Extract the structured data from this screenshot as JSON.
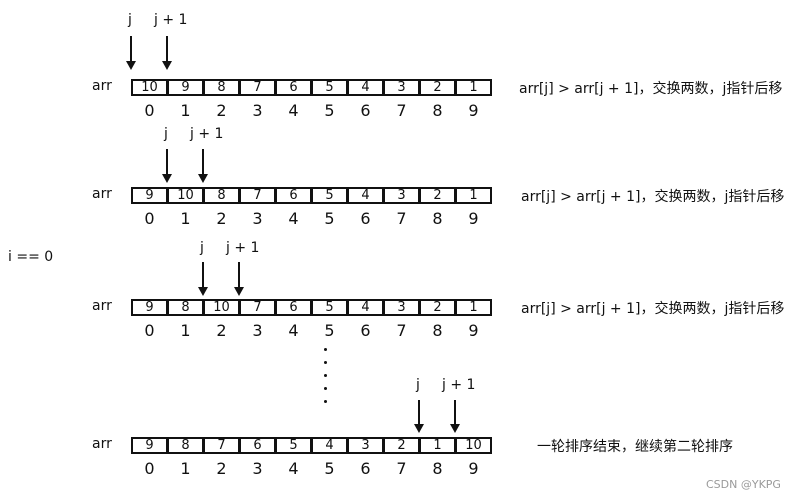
{
  "loop_label": "i == 0",
  "rows": [
    {
      "arr_label": "arr",
      "values": [
        "10",
        "9",
        "8",
        "7",
        "6",
        "5",
        "4",
        "3",
        "2",
        "1"
      ],
      "indices": [
        "0",
        "1",
        "2",
        "3",
        "4",
        "5",
        "6",
        "7",
        "8",
        "9"
      ],
      "pointer_j": "j",
      "pointer_j1": "j + 1",
      "j_index": 0,
      "note": "arr[j] > arr[j + 1]，交换两数，j指针后移"
    },
    {
      "arr_label": "arr",
      "values": [
        "9",
        "10",
        "8",
        "7",
        "6",
        "5",
        "4",
        "3",
        "2",
        "1"
      ],
      "indices": [
        "0",
        "1",
        "2",
        "3",
        "4",
        "5",
        "6",
        "7",
        "8",
        "9"
      ],
      "pointer_j": "j",
      "pointer_j1": "j + 1",
      "j_index": 1,
      "note": "arr[j] > arr[j + 1]，交换两数，j指针后移"
    },
    {
      "arr_label": "arr",
      "values": [
        "9",
        "8",
        "10",
        "7",
        "6",
        "5",
        "4",
        "3",
        "2",
        "1"
      ],
      "indices": [
        "0",
        "1",
        "2",
        "3",
        "4",
        "5",
        "6",
        "7",
        "8",
        "9"
      ],
      "pointer_j": "j",
      "pointer_j1": "j + 1",
      "j_index": 2,
      "note": "arr[j] > arr[j + 1]，交换两数，j指针后移"
    },
    {
      "arr_label": "arr",
      "values": [
        "9",
        "8",
        "7",
        "6",
        "5",
        "4",
        "3",
        "2",
        "1",
        "10"
      ],
      "indices": [
        "0",
        "1",
        "2",
        "3",
        "4",
        "5",
        "6",
        "7",
        "8",
        "9"
      ],
      "pointer_j": "j",
      "pointer_j1": "j + 1",
      "j_index": 8,
      "note": "一轮排序结束，继续第二轮排序"
    }
  ],
  "watermark": "CSDN @YKPG"
}
